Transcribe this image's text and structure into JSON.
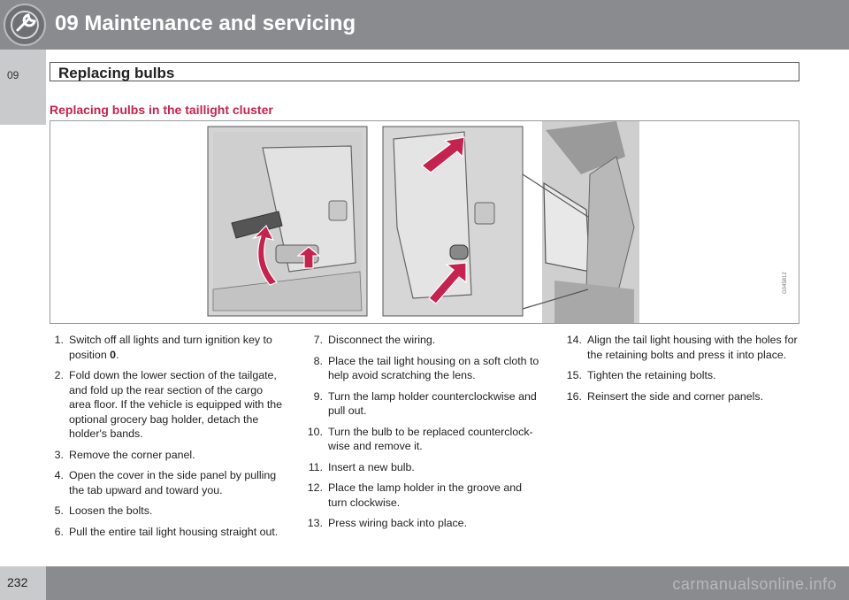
{
  "header": {
    "chapter_title": "09 Maintenance and servicing",
    "chapter_tab": "09",
    "section_title": "Replacing bulbs"
  },
  "subheading": "Replacing bulbs in the taillight cluster",
  "figure": {
    "code": "G045812"
  },
  "steps": {
    "col1": [
      {
        "num": "1.",
        "pre": "Switch off all lights and turn ignition key to position ",
        "bold": "0",
        "post": "."
      },
      {
        "num": "2.",
        "pre": "Fold down the lower section of the tailgate, and fold up the rear section of the cargo area floor. If the vehicle is equipped with the optional grocery bag holder, detach the holder's bands.",
        "bold": "",
        "post": ""
      },
      {
        "num": "3.",
        "pre": "Remove the corner panel.",
        "bold": "",
        "post": ""
      },
      {
        "num": "4.",
        "pre": "Open the cover in the side panel by pulling the tab upward and toward you.",
        "bold": "",
        "post": ""
      },
      {
        "num": "5.",
        "pre": "Loosen the bolts.",
        "bold": "",
        "post": ""
      },
      {
        "num": "6.",
        "pre": "Pull the entire tail light housing straight out.",
        "bold": "",
        "post": ""
      }
    ],
    "col2": [
      {
        "num": "7.",
        "text": "Disconnect the wiring."
      },
      {
        "num": "8.",
        "text": "Place the tail light housing on a soft cloth to help avoid scratching the lens."
      },
      {
        "num": "9.",
        "text": "Turn the lamp holder counterclockwise and pull out."
      },
      {
        "num": "10.",
        "text": "Turn the bulb to be replaced counterclock- wise and remove it."
      },
      {
        "num": "11.",
        "text": "Insert a new bulb."
      },
      {
        "num": "12.",
        "text": "Place the lamp holder in the groove and turn clockwise."
      },
      {
        "num": "13.",
        "text": "Press wiring back into place."
      }
    ],
    "col3": [
      {
        "num": "14.",
        "text": "Align the tail light housing with the holes for the retaining bolts and press it into place."
      },
      {
        "num": "15.",
        "text": "Tighten the retaining bolts."
      },
      {
        "num": "16.",
        "text": "Reinsert the side and corner panels."
      }
    ]
  },
  "footer": {
    "page_number": "232",
    "watermark": "carmanualsonline.info"
  },
  "colors": {
    "accent": "#c4234f",
    "arrow": "#c4234f",
    "bar": "#8a8b8e"
  }
}
